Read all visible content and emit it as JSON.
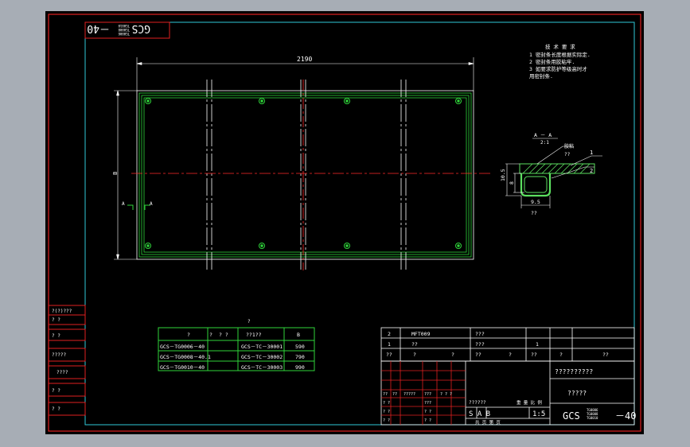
{
  "colors": {
    "background": "#a7adb5",
    "sheet": "#000000",
    "border_red": "#e02020",
    "border_cyan": "#30c8d8",
    "outline_white": "#ffffff",
    "frame_green": "#2fd43a",
    "centerline_red": "#ff2a2a",
    "hatch_green": "#5ce060"
  },
  "title_block": {
    "code_prefix": "GCS",
    "code_small": [
      "TG0006",
      "TG0008",
      "TG0010"
    ],
    "code_suffix": "－40",
    "name_line1": "??????????",
    "name_line2": "?????",
    "materials": "S A B",
    "scale": "1:5",
    "scale_header": "重 量 比 例",
    "sheets_label": "共    页  第    页",
    "stage_label": "??????",
    "bom_rows": [
      {
        "no": "2",
        "code": "MFT009",
        "name": "???",
        "qty": ""
      },
      {
        "no": "1",
        "code": "??",
        "name": "???",
        "qty": "1"
      }
    ],
    "bom_header": [
      "??",
      "?",
      "?",
      "??",
      "?",
      "??",
      "?",
      "??"
    ],
    "sign_rows": [
      [
        "??",
        "??",
        "?????",
        "???",
        "? ? ?"
      ],
      [
        "? ?",
        "",
        "",
        "???",
        ""
      ],
      [
        "? ?",
        "",
        "",
        "? ?",
        ""
      ],
      [
        "? ?",
        "",
        "",
        "? ?",
        ""
      ]
    ]
  },
  "left_side_blocks": [
    {
      "line1": "?(?)???",
      "line2": "?      ?"
    },
    {
      "line1": "?      ?",
      "line2": ""
    },
    {
      "line1": "?????",
      "line2": ""
    },
    {
      "line1": "????",
      "line2": ""
    },
    {
      "line1": "?      ?",
      "line2": ""
    },
    {
      "line1": "?      ?",
      "line2": ""
    }
  ],
  "top_corner_stamp": {
    "text": "GCS",
    "small": [
      "TG0006",
      "TG0008",
      "TG0010"
    ],
    "suffix": "－40"
  },
  "tech_notes": {
    "title": "技 术 要 求",
    "items": [
      "1  密封条长度根据实际定.",
      "2  密封条用胶粘牢.",
      "3  如要求防护等级高时才",
      "    用密封条."
    ]
  },
  "dimensions": {
    "width": "2190",
    "height": "B",
    "section_label": "A － A",
    "section_scale": "2:1",
    "dim_10_5": "10.5",
    "dim_8": "8",
    "dim_9_5": "9.5",
    "dim_q": "??",
    "callout_1": "1",
    "callout_2": "2",
    "callout_text": "胶粘",
    "callout_q": "??",
    "section_mark": "A"
  },
  "variants_table": {
    "caption": "?",
    "headers": [
      "?",
      "?",
      "? ?",
      "??1??",
      "B"
    ],
    "rows": [
      {
        "code": "GCS－TG0006－40",
        "ref": "GCS－TC－30001",
        "b": "590"
      },
      {
        "code": "GCS－TG0008－40.1",
        "ref": "GCS－TC－30002",
        "b": "790"
      },
      {
        "code": "GCS－TG0010－40",
        "ref": "GCS－TC－30003",
        "b": "990"
      }
    ]
  }
}
